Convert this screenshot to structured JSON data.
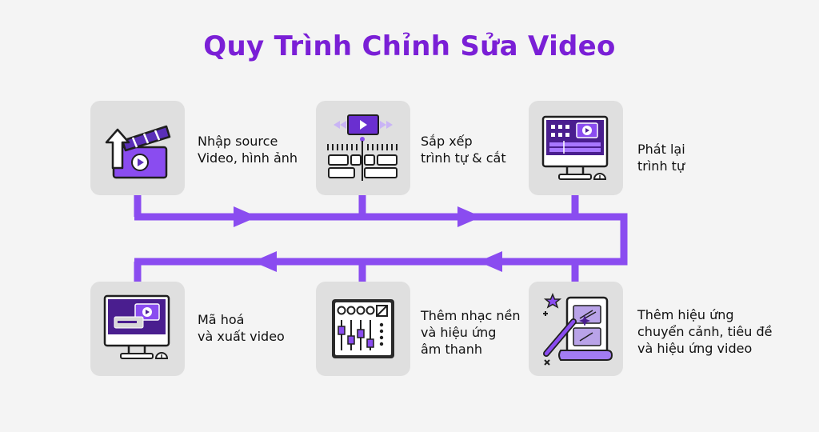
{
  "title": "Quy Trình Chỉnh Sửa Video",
  "colors": {
    "accent": "#7a1fd6",
    "flow": "#8a4cf0",
    "card": "#dfdfdf",
    "dark": "#2a2a2a"
  },
  "steps": [
    {
      "icon": "clapperboard-import-icon",
      "lines": [
        "Nhập source",
        "Video, hình ảnh"
      ]
    },
    {
      "icon": "timeline-cut-icon",
      "lines": [
        "Sắp xếp",
        "trình tự & cắt"
      ]
    },
    {
      "icon": "monitor-playback-icon",
      "lines": [
        "Phát lại",
        "trình tự"
      ]
    },
    {
      "icon": "magic-wand-effects-icon",
      "lines": [
        "Thêm hiệu ứng",
        "chuyển cảnh, tiêu đề",
        "và hiệu ứng video"
      ]
    },
    {
      "icon": "audio-mixer-icon",
      "lines": [
        "Thêm nhạc nền",
        "và hiệu ứng",
        "âm thanh"
      ]
    },
    {
      "icon": "monitor-export-icon",
      "lines": [
        "Mã hoá",
        "và xuất video"
      ]
    }
  ]
}
